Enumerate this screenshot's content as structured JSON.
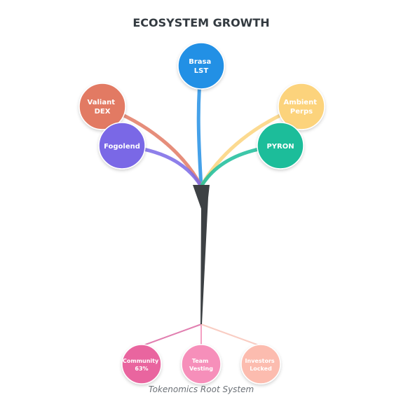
{
  "title": "ECOSYSTEM GROWTH",
  "caption": "Tokenomics Root System",
  "trunk_color": "#3d4144",
  "branches": [
    {
      "id": "brasa",
      "lines": [
        "Brasa",
        "LST"
      ],
      "color": "#2490e5"
    },
    {
      "id": "valiant",
      "lines": [
        "Valiant",
        "DEX"
      ],
      "color": "#e27a64"
    },
    {
      "id": "fogolend",
      "lines": [
        "Fogolend"
      ],
      "color": "#7a68e6"
    },
    {
      "id": "ambient",
      "lines": [
        "Ambient",
        "Perps"
      ],
      "color": "#fcd37c"
    },
    {
      "id": "pyron",
      "lines": [
        "PYRON"
      ],
      "color": "#1bbd9a"
    }
  ],
  "roots": [
    {
      "id": "community",
      "lines": [
        "Community",
        "63%"
      ],
      "color": "#e9659f",
      "line_color": "#e17fb0"
    },
    {
      "id": "team",
      "lines": [
        "Team",
        "Vesting"
      ],
      "color": "#f68fba",
      "line_color": "#f4a0c2"
    },
    {
      "id": "investors",
      "lines": [
        "Investors",
        "Locked"
      ],
      "color": "#fcbcaf",
      "line_color": "#f9cdc3"
    }
  ]
}
